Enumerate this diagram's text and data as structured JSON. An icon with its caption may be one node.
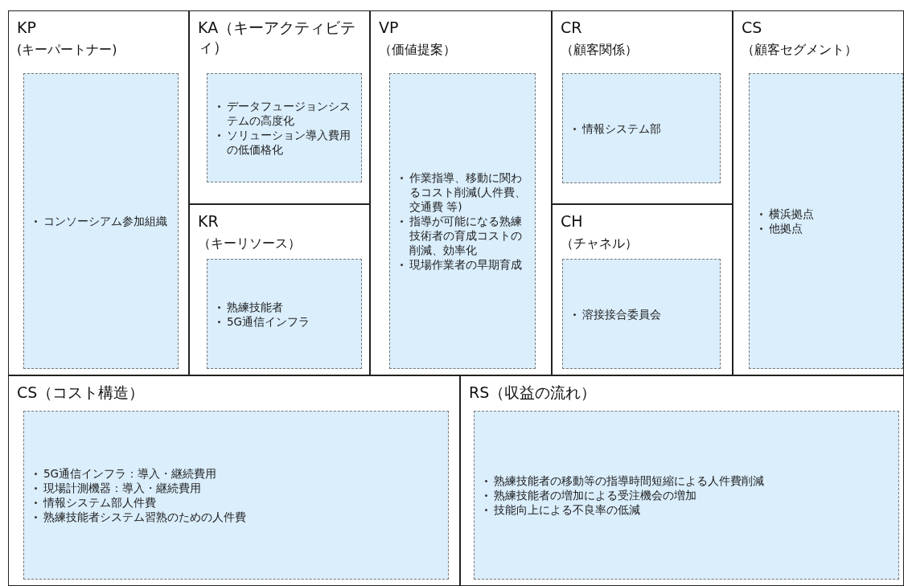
{
  "diagram": {
    "nodes": [
      {
        "text": [
          "KP",
          "(キーパートナー)"
        ]
      },
      {
        "text": [
          "コンソーシアム参加組織"
        ],
        "in": 0
      },
      {
        "text": [
          "KA（キーアクティビティ）"
        ]
      },
      {
        "text": [
          "データフュージョンシステムの高度化",
          "ソリューション導入費用の低価格化"
        ],
        "in": 2
      },
      {
        "text": [
          "KR",
          "（キーリソース）"
        ]
      },
      {
        "text": [
          "熟練技能者",
          "5G通信インフラ"
        ],
        "in": 4
      },
      {
        "text": [
          "VP",
          "（価値提案）"
        ]
      },
      {
        "text": [
          "作業指導、移動に関わるコスト削減(人件費、交通費 等)",
          "指導が可能になる熟練技術者の育成コストの削減、効率化",
          "現場作業者の早期育成"
        ],
        "in": 6
      },
      {
        "text": [
          "CR",
          "（顧客関係）"
        ]
      },
      {
        "text": [
          "情報システム部"
        ],
        "in": 8
      },
      {
        "text": [
          "CH",
          "（チャネル）"
        ]
      },
      {
        "text": [
          "溶接接合委員会"
        ],
        "in": 10
      },
      {
        "text": [
          "CS",
          "（顧客セグメント）"
        ]
      },
      {
        "text": [
          "横浜拠点",
          "他拠点"
        ],
        "in": 12
      },
      {
        "text": [
          "CS（コスト構造）"
        ]
      },
      {
        "text": [
          "5G通信インフラ：導入・継続費用",
          "現場計測機器：導入・継続費用",
          "情報システム部人件費",
          "熟練技能者システム習熟のための人件費"
        ],
        "in": 14
      },
      {
        "text": [
          "RS（収益の流れ）"
        ]
      },
      {
        "text": [
          "熟練技能者の移動等の指導時間短縮による人件費削減",
          "熟練技能者の増加による受注機会の増加",
          "技能向上による不良率の低減"
        ],
        "in": 16
      }
    ],
    "edges": []
  }
}
